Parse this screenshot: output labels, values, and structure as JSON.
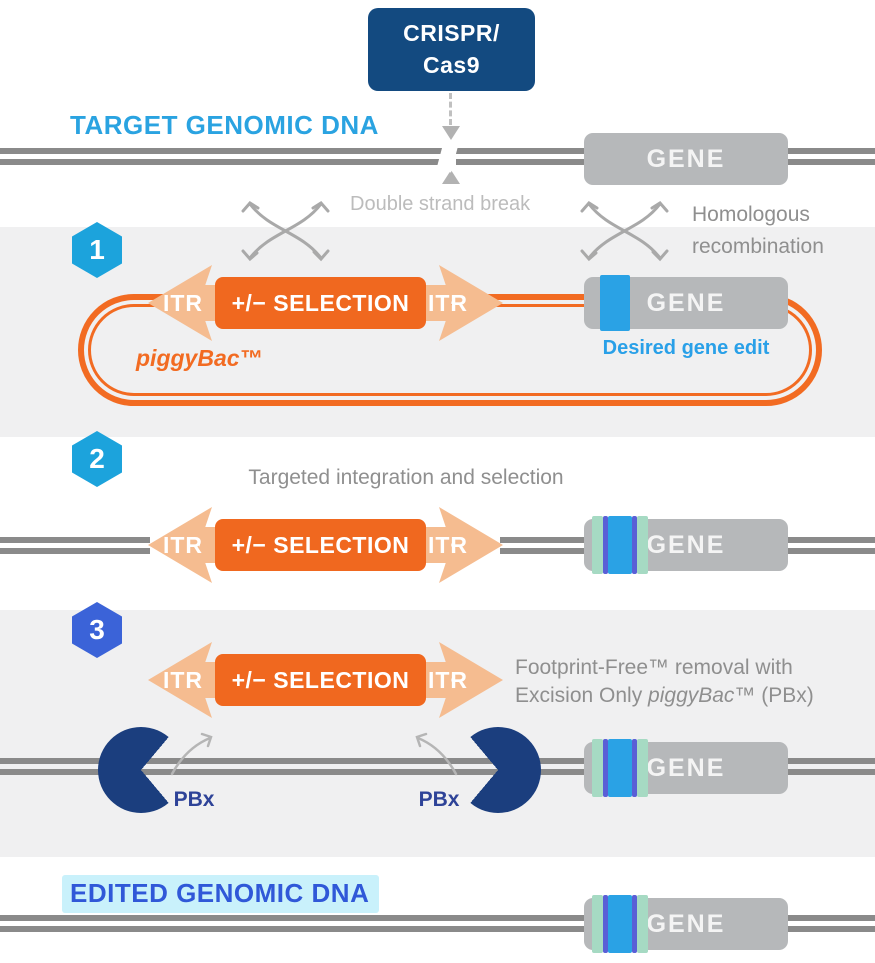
{
  "colors": {
    "navy_box": "#134a80",
    "cyan_blue_accent": "#2aa3e1",
    "royal_blue_accent": "#3b63d8",
    "orange": "#f26b22",
    "peach": "#f5bc90",
    "gene_gray": "#b6b8ba",
    "stripe_blue": "#2aa2e5",
    "stripe_mint": "#a6dac3",
    "stripe_purple": "#5a5fd6",
    "edited_highlight": "#c9f1fb",
    "enzyme_navy": "#1b3e7e"
  },
  "crispr_box": {
    "line1": "CRISPR/",
    "line2": "Cas9"
  },
  "headings": {
    "target": "TARGET GENOMIC DNA",
    "edited": "EDITED GENOMIC DNA"
  },
  "annotations": {
    "double_strand_break": "Double strand break",
    "homologous_line1": "Homologous",
    "homologous_line2": "recombination",
    "desired_gene_edit": "Desired gene edit"
  },
  "construct": {
    "itr": "ITR",
    "selection": "+/− SELECTION",
    "plasmid_name": "piggyBac™"
  },
  "gene_label": "GENE",
  "steps": [
    {
      "number": "1"
    },
    {
      "number": "2",
      "caption": "Targeted integration and selection"
    },
    {
      "number": "3",
      "caption_line1": "Footprint-Free™ removal with",
      "caption_line2_prefix": "Excision Only ",
      "caption_line2_italic": "piggyBac™",
      "caption_line2_suffix": " (PBx)",
      "enzyme_label": "PBx"
    }
  ]
}
